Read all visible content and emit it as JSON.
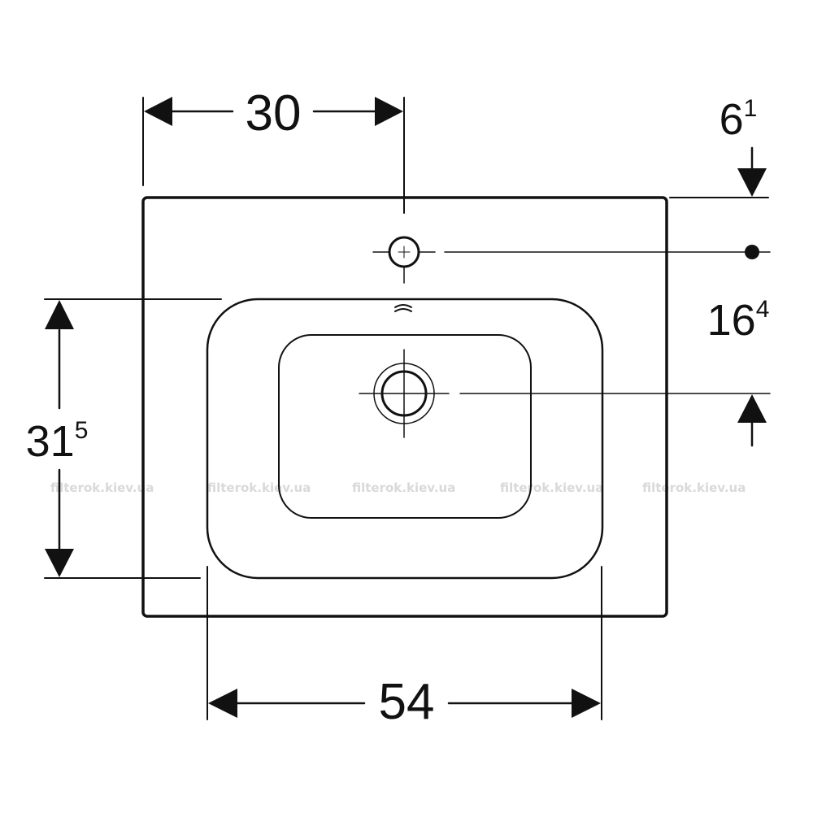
{
  "dimensions": {
    "top_width": "30",
    "top_right_base": "6",
    "top_right_sup": "1",
    "right_base": "16",
    "right_sup": "4",
    "left_base": "31",
    "left_sup": "5",
    "bottom_width": "54"
  },
  "watermarks": [
    "filterok.kiev.ua",
    "filterok.kiev.ua",
    "filterok.kiev.ua",
    "filterok.kiev.ua",
    "filterok.kiev.ua"
  ],
  "colors": {
    "line": "#111111",
    "watermark": "#d9d9d9",
    "background": "#ffffff"
  }
}
